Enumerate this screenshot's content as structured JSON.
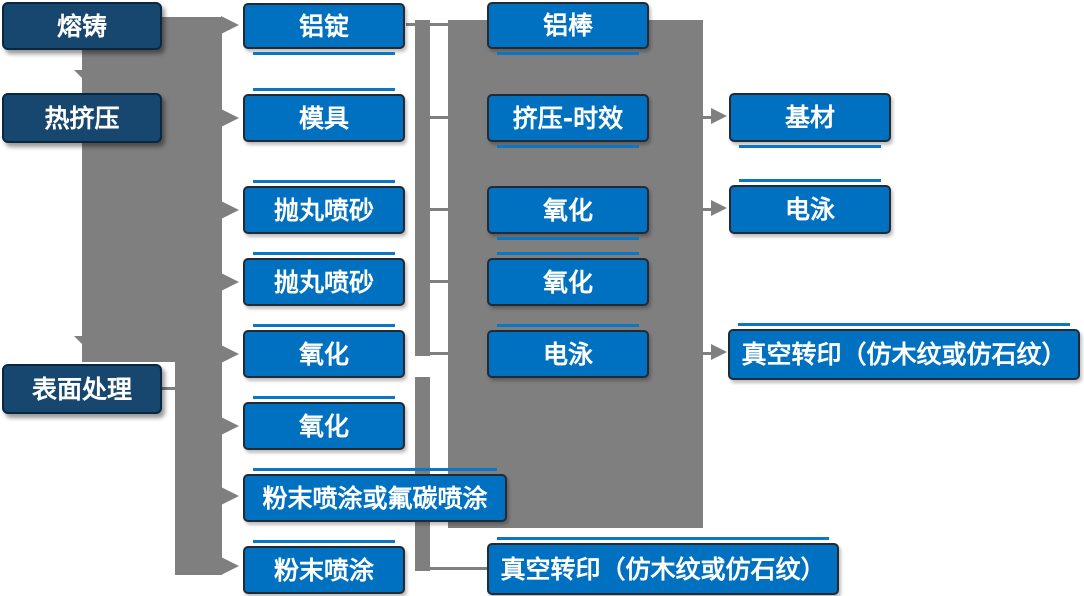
{
  "diagram_type": "process-flowchart",
  "language": "zh-CN",
  "colors": {
    "stage1_node_fill": "#17466F",
    "node_fill": "#0070C0",
    "connector_gray": "#7F7F7F",
    "node_text": "#FFFFFF",
    "background": "#FFFFFF"
  },
  "stage1": {
    "items": [
      {
        "label": "熔铸"
      },
      {
        "label": "热挤压"
      },
      {
        "label": "表面处理"
      }
    ]
  },
  "stage2": {
    "items": [
      {
        "label": "铝锭"
      },
      {
        "label": "模具"
      },
      {
        "label": "抛丸喷砂"
      },
      {
        "label": "抛丸喷砂"
      },
      {
        "label": "氧化"
      },
      {
        "label": "氧化"
      },
      {
        "label": "粉末喷涂或氟碳喷涂"
      },
      {
        "label": "粉末喷涂"
      }
    ]
  },
  "stage3": {
    "items": [
      {
        "label": "铝棒"
      },
      {
        "label": "挤压-时效"
      },
      {
        "label": "氧化"
      },
      {
        "label": "氧化"
      },
      {
        "label": "电泳"
      },
      {
        "label": "真空转印（仿木纹或仿石纹）"
      }
    ]
  },
  "stage4": {
    "items": [
      {
        "label": "基材"
      },
      {
        "label": "电泳"
      },
      {
        "label": "真空转印（仿木纹或仿石纹）"
      }
    ]
  }
}
